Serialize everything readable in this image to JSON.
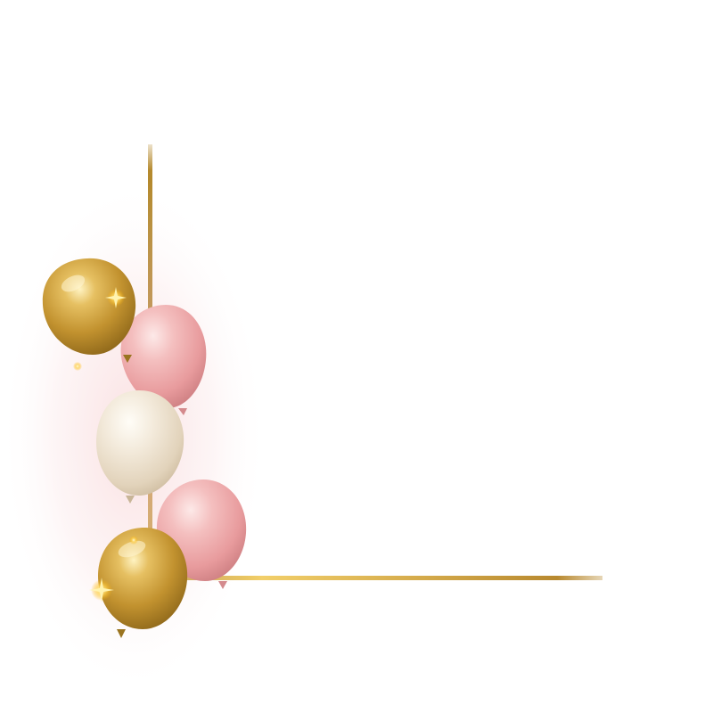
{
  "scene": {
    "background_color": "#ffffff",
    "frame_color": "#b58a2e",
    "balloons": [
      {
        "name": "gold-balloon-top",
        "color": "#c99a35"
      },
      {
        "name": "pink-balloon-upper",
        "color": "#eaa0a2"
      },
      {
        "name": "champagne-balloon",
        "color": "#ece0cc"
      },
      {
        "name": "pink-balloon-lower",
        "color": "#eaa0a2"
      },
      {
        "name": "gold-balloon-bottom",
        "color": "#c99a35"
      }
    ]
  }
}
